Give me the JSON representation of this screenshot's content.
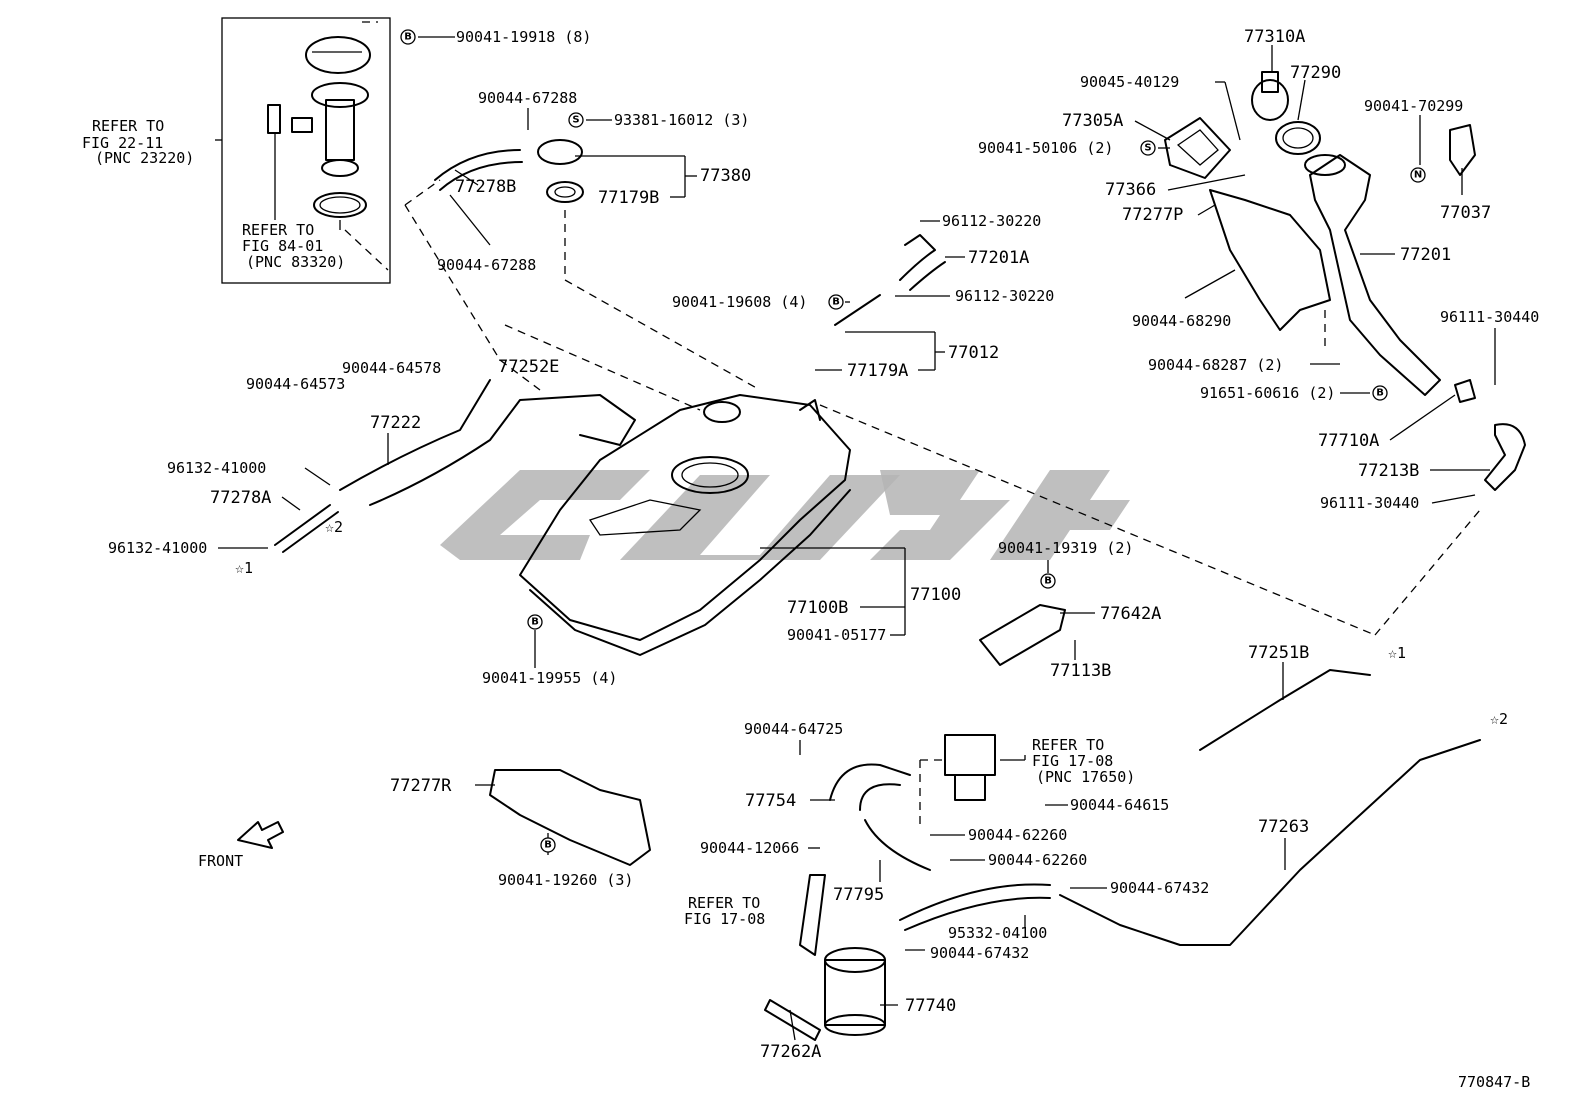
{
  "diagram": {
    "drawing_number": "770847-B",
    "front_label": "FRONT",
    "refer_notes": {
      "fig_22_11": [
        "REFER TO",
        "FIG 22-11",
        "(PNC 23220)"
      ],
      "fig_84_01": [
        "REFER TO",
        "FIG 84-01",
        "(PNC 83320)"
      ],
      "fig_17_08_pnc": [
        "REFER TO",
        "FIG 17-08",
        "(PNC 17650)"
      ],
      "fig_17_08": [
        "REFER TO",
        "FIG 17-08"
      ]
    },
    "callouts": {
      "p90041_19918": "90041-19918 (8)",
      "p90044_67288_top": "90044-67288",
      "p93381_16012": "93381-16012 (3)",
      "p77380": "77380",
      "p77278B": "77278B",
      "p77179B": "77179B",
      "p90044_67288_mid": "90044-67288",
      "p96112_30220_top": "96112-30220",
      "p77201A": "77201A",
      "p90041_19608": "90041-19608 (4)",
      "p96112_30220_bot": "96112-30220",
      "p77012": "77012",
      "p77179A": "77179A",
      "p90044_64578": "90044-64578",
      "p77252E": "77252E",
      "p90044_64573": "90044-64573",
      "p77222": "77222",
      "p96132_41000_top": "96132-41000",
      "p77278A": "77278A",
      "p96132_41000_bot": "96132-41000",
      "p77100": "77100",
      "p77100B": "77100B",
      "p90041_05177": "90041-05177",
      "p90041_19955": "90041-19955 (4)",
      "p77310A": "77310A",
      "p90045_40129": "90045-40129",
      "p77290": "77290",
      "p90041_70299": "90041-70299",
      "p77305A": "77305A",
      "p90041_50106": "90041-50106 (2)",
      "p77366": "77366",
      "p77277P": "77277P",
      "p77037": "77037",
      "p77201": "77201",
      "p90044_68290": "90044-68290",
      "p96111_30440_top": "96111-30440",
      "p90044_68287": "90044-68287 (2)",
      "p91651_60616": "91651-60616 (2)",
      "p77710A": "77710A",
      "p77213B": "77213B",
      "p96111_30440_bot": "96111-30440",
      "p90041_19319": "90041-19319 (2)",
      "p77642A": "77642A",
      "p77113B": "77113B",
      "p77251B": "77251B",
      "p77277R": "77277R",
      "p90041_19260": "90041-19260 (3)",
      "p90044_64725": "90044-64725",
      "p77754": "77754",
      "p90044_64615": "90044-64615",
      "p90044_62260_a": "90044-62260",
      "p90044_62260_b": "90044-62260",
      "p90044_12066": "90044-12066",
      "p77795": "77795",
      "p90044_67432_a": "90044-67432",
      "p95332_04100": "95332-04100",
      "p90044_67432_b": "90044-67432",
      "p77263": "77263",
      "p77740": "77740",
      "p77262A": "77262A"
    },
    "connection_marks": {
      "s1_left": "☆1",
      "s2_left": "☆2",
      "s1_right": "☆1",
      "s2_right": "☆2"
    },
    "symbols": {
      "bolt": "B",
      "screw": "S",
      "nut": "N"
    }
  }
}
